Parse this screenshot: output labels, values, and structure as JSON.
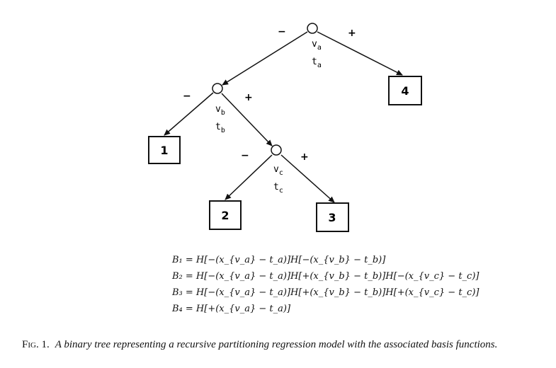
{
  "tree": {
    "nodes": {
      "a": {
        "var": "v",
        "var_sub": "a",
        "thr": "t",
        "thr_sub": "a"
      },
      "b": {
        "var": "v",
        "var_sub": "b",
        "thr": "t",
        "thr_sub": "b"
      },
      "c": {
        "var": "v",
        "var_sub": "c",
        "thr": "t",
        "thr_sub": "c"
      }
    },
    "signs": {
      "minus": "−",
      "plus": "+"
    },
    "leaves": [
      "1",
      "2",
      "3",
      "4"
    ]
  },
  "equations": [
    "B₁ = H[−(x_{v_a} − t_a)]H[−(x_{v_b} − t_b)]",
    "B₂ = H[−(x_{v_a} − t_a)]H[+(x_{v_b} − t_b)]H[−(x_{v_c} − t_c)]",
    "B₃ = H[−(x_{v_a} − t_a)]H[+(x_{v_b} − t_b)]H[+(x_{v_c} − t_c)]",
    "B₄ = H[+(x_{v_a} − t_a)]"
  ],
  "caption": {
    "label": "Fig. 1.",
    "text": "A binary tree representing a recursive partitioning regression model with the associated basis functions."
  }
}
